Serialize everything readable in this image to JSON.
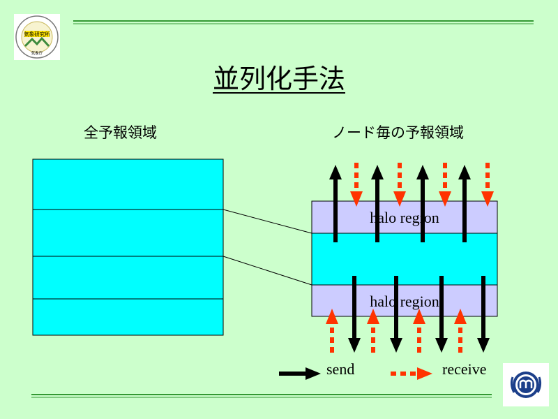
{
  "slide": {
    "title": "並列化手法",
    "left_heading": "全予報領域",
    "right_heading": "ノード毎の予報領域",
    "halo_label_top": "halo region",
    "halo_label_bottom": "halo region",
    "legend_send": "send",
    "legend_receive": "receive"
  },
  "logos": {
    "left": {
      "text": "気象研究所",
      "subtext": "気象庁"
    }
  },
  "colors": {
    "background": "#ccffcc",
    "domain": "#00ffff",
    "halo": "#ccccff",
    "send": "#000000",
    "receive": "#ff3300",
    "rule": "#339933"
  }
}
